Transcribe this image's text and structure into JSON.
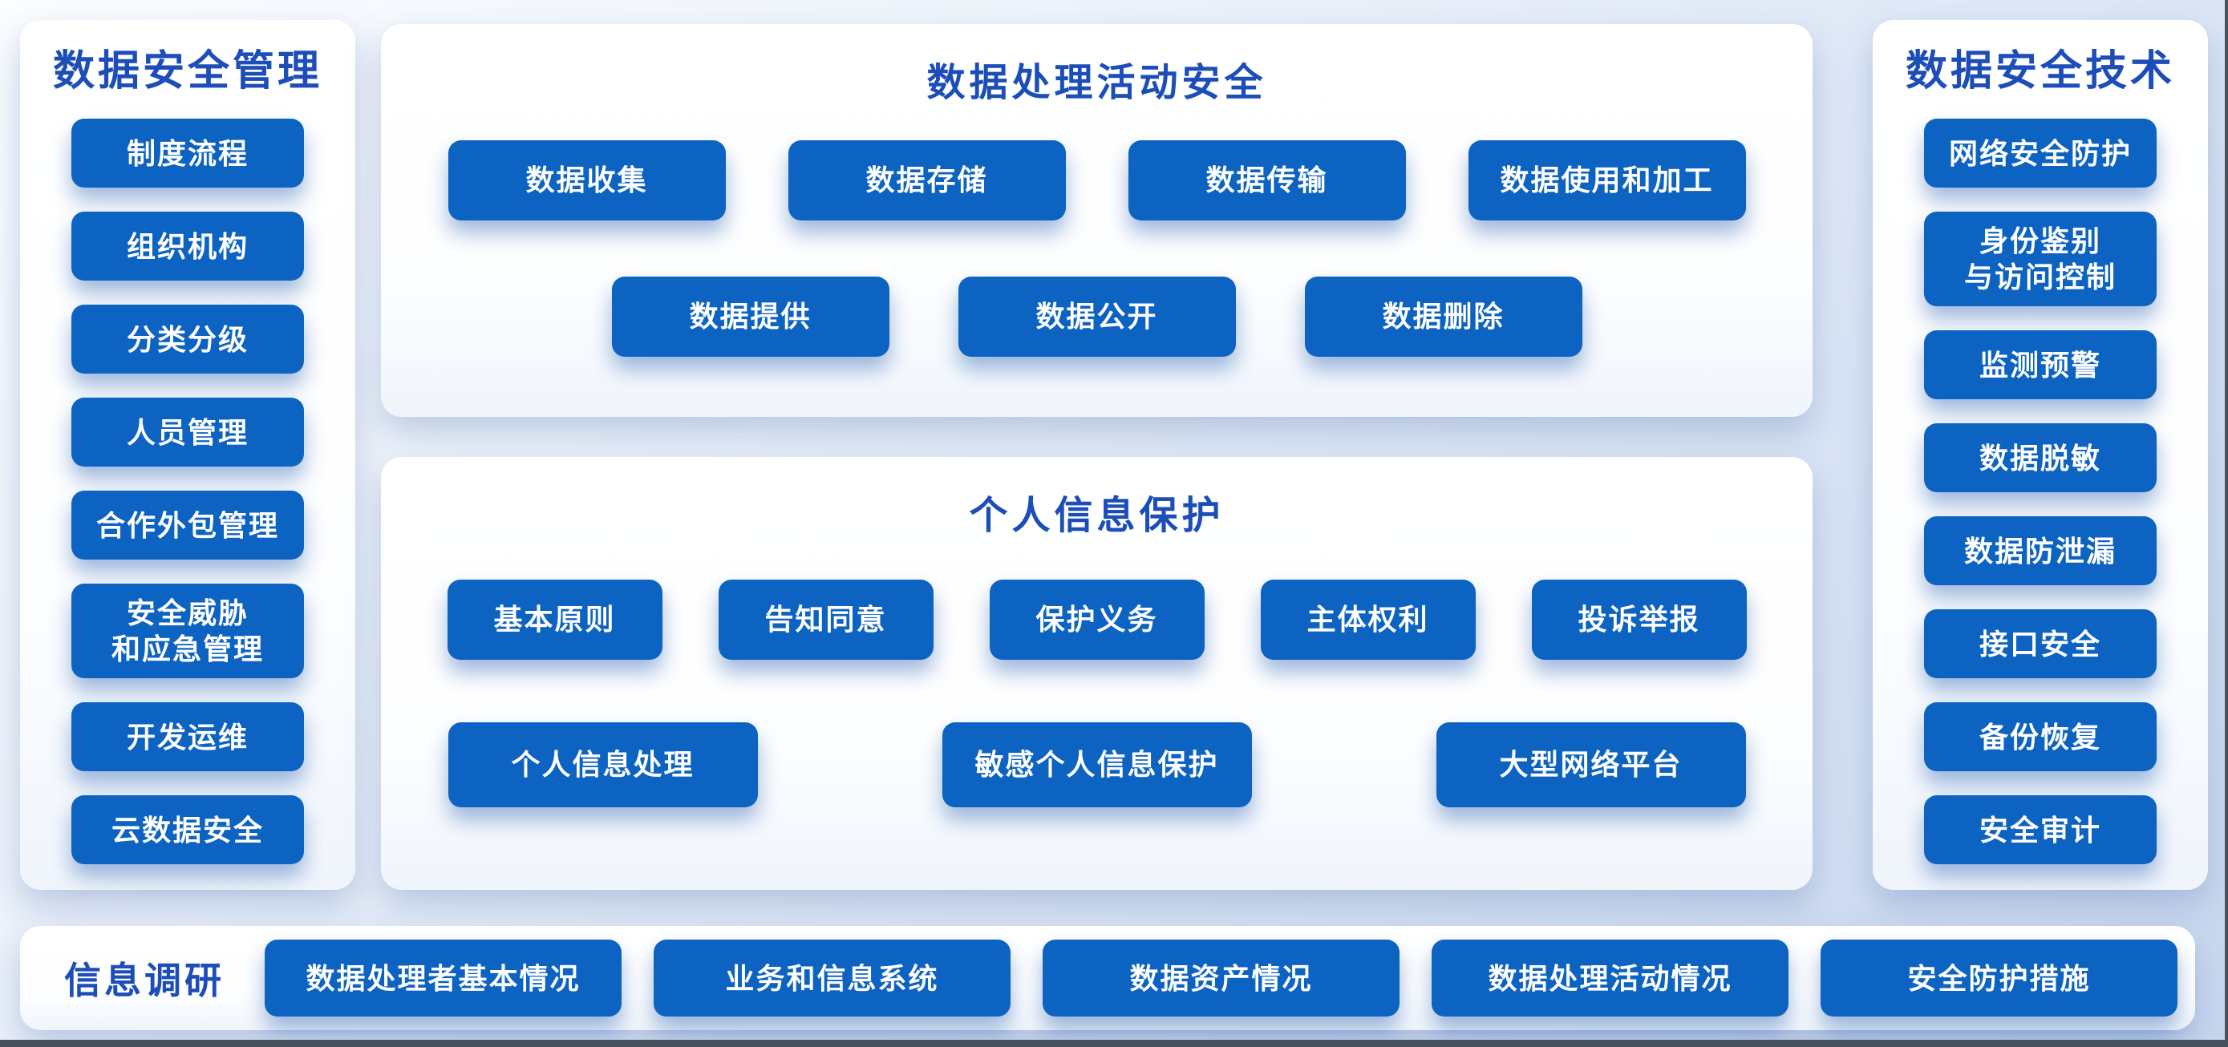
{
  "colors": {
    "chip_blue": "#0d63c1",
    "heading_blue": "#1c4db8",
    "panel_white": "#ffffff",
    "page_gradient_start": "#fbfdff",
    "page_gradient_end": "#c8d7ef",
    "edge_strip": "#47525d"
  },
  "left_panel": {
    "title": "数据安全管理",
    "items": [
      "制度流程",
      "组织机构",
      "分类分级",
      "人员管理",
      "合作外包管理",
      "安全威胁\n和应急管理",
      "开发运维",
      "云数据安全"
    ]
  },
  "process_panel": {
    "title": "数据处理活动安全",
    "row1": [
      "数据收集",
      "数据存储",
      "数据传输",
      "数据使用和加工"
    ],
    "row2": [
      "数据提供",
      "数据公开",
      "数据删除"
    ]
  },
  "pi_panel": {
    "title": "个人信息保护",
    "row1": [
      "基本原则",
      "告知同意",
      "保护义务",
      "主体权利",
      "投诉举报"
    ],
    "row2": [
      "个人信息处理",
      "敏感个人信息保护",
      "大型网络平台"
    ]
  },
  "tech_panel": {
    "title": "数据安全技术",
    "items": [
      "网络安全防护",
      "身份鉴别\n与访问控制",
      "监测预警",
      "数据脱敏",
      "数据防泄漏",
      "接口安全",
      "备份恢复",
      "安全审计"
    ]
  },
  "survey_bar": {
    "label": "信息调研",
    "items": [
      "数据处理者基本情况",
      "业务和信息系统",
      "数据资产情况",
      "数据处理活动情况",
      "安全防护措施"
    ]
  }
}
